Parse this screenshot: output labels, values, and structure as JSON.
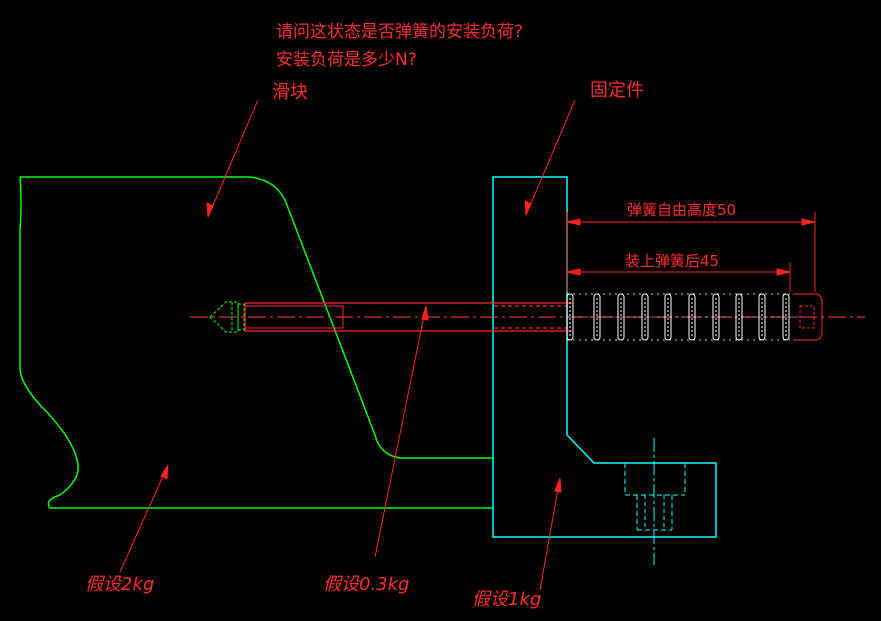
{
  "question": {
    "line1": "请问这状态是否弹簧的安装负荷?",
    "line2": "安装负荷是多少N?"
  },
  "labels": {
    "slider": "滑块",
    "fixture": "固定件",
    "mass_slider": "假设2kg",
    "mass_rod": "假设0.3kg",
    "mass_fixture": "假设1kg"
  },
  "dimensions": {
    "free_height": "弹簧自由高度50",
    "installed_height": "装上弹簧后45"
  },
  "colors": {
    "slider_outline": "#00ff00",
    "fixture_outline": "#00ffff",
    "rod_outline": "#ff0000",
    "spring": "#ffffff",
    "annotation": "#ff2a2a"
  }
}
